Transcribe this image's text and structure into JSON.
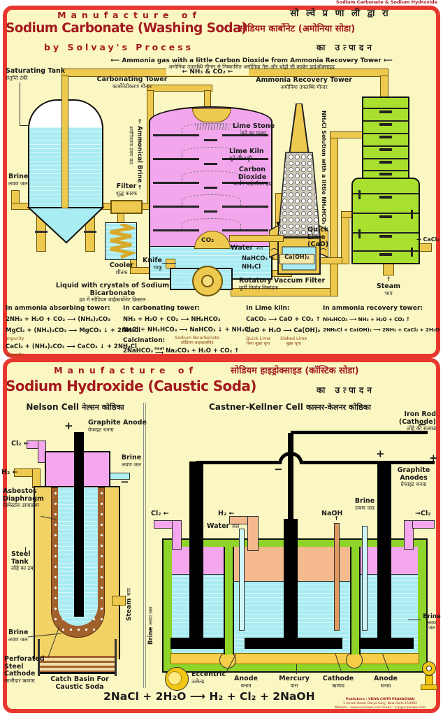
{
  "glyphs": {
    "left": "←",
    "right": "→",
    "up": "↑",
    "down": "▼",
    "plus": "+",
    "minus": "−",
    "larrow": "⟵",
    "rarrow": "⟶"
  },
  "corner_note": "Sodium Carbonate & Sodium Hydroxide",
  "top": {
    "manufacture_of": "Manufacture of",
    "title_hi_top": "सो ल्वे प्र णा ली द्वा रा",
    "title_en": "Sodium Carbonate (Washing Soda)",
    "title_hi": "सोडियम कार्बोनेट (अमोनिया सोडा)",
    "subtitle_en": "by Solvay's Process",
    "subtitle_hi": "का उत्पादन",
    "annotation_en": "Ammonia gas with a little Carbon Dioxide from Ammonia Recovery Tower",
    "annotation_hi": "अमोनिया उपलब्धि मीनार से निष्कासित अमोनिया गैस और थोड़ी सी कार्बन डाईऑक्साइड",
    "labels": {
      "saturating_tank": {
        "en": "Saturating Tank",
        "hi": "संतृप्ति टंकी"
      },
      "carbonating_tower": {
        "en": "Carbonating Tower",
        "hi": "कार्बोनेटीकरण मीनार"
      },
      "nh3_co2": "NH₃ & CO₂",
      "ammonia_recovery_tower": {
        "en": "Ammonia Recovery Tower",
        "hi": "अमोनिया उपलब्धि मीनार"
      },
      "brine": {
        "en": "Brine",
        "hi": "लवण जल"
      },
      "filter": {
        "en": "Filter",
        "hi": "शुद्ध कारक"
      },
      "ammonical_brine": {
        "en": "Ammonical Brine",
        "hi": "अमोनियामय लवण जल"
      },
      "cooler": {
        "en": "Cooler",
        "hi": "शीतक"
      },
      "lime_stone": {
        "en": "Lime Stone",
        "hi": "चूने का पत्थर"
      },
      "lime_kiln": {
        "en": "Lime Kiln",
        "hi": "चूने की भट्टी"
      },
      "carbon_dioxide": {
        "en": "Carbon Dioxide",
        "hi": "कार्बन डाईऑक्साइड"
      },
      "nh4cl_solution": "NH₄Cl Solution with a little NH₄HCO₃",
      "co2": "CO₂",
      "water": {
        "en": "Water",
        "hi": "जल"
      },
      "nahco3_nh4cl": [
        "NaHCO₃ +",
        "NH₄Cl"
      ],
      "knife": {
        "en": "Knife",
        "hi": "चाकू"
      },
      "rotatory_filter": {
        "en": "Rotatory Vaccum Filter",
        "hi": "घूर्णी निर्वात निस्यंदक"
      },
      "quick_lime": "Quick Lime (CaO)",
      "caoh2": "Ca(OH)₂",
      "cacl2": "CaCl₂",
      "steam": {
        "en": "Steam",
        "hi": "भाप"
      },
      "liquid_crystals": {
        "en": "Liquid with crystals of Sodium Bicarbonate",
        "hi": "द्रव में सोडियम बाईकार्बोनेट क्रिस्टल"
      }
    },
    "equations": {
      "col1": {
        "heading": "In ammonia absorbing tower:",
        "eq1": "2NH₃ + H₂O + CO₂ ⟶ (NH₄)₂CO₃",
        "eq2": "MgCl₂ + (NH₄)₂CO₃ ⟶ MgCO₃ ↓ + 2NH₄Cl",
        "eq2_note": "impurity",
        "eq3": "CaCl₂ + (NH₄)₂CO₃ ⟶ CaCO₃ ↓ + 2NH₄Cl",
        "eq3_note": "impurity"
      },
      "col2": {
        "heading": "In carbonating tower:",
        "eq1": "NH₃ + H₂O + CO₂ ⟶ NH₄HCO₃",
        "eq2": "NaCl + NH₄HCO₃ ⟶ NaHCO₃ ↓ + NH₄Cl",
        "eq2_note_en": "Sodium Bicarbonate",
        "eq2_note_hi": "सोडियम बाइकार्बोनेट",
        "heading2": "Calcination:",
        "eq3_pre": "2NaHCO₃",
        "eq3_over": "heat",
        "eq3_arrow": "⟶",
        "eq3_post": "Na₂CO₃ + H₂O + CO₂ ↑"
      },
      "col3": {
        "heading": "In Lime kiln:",
        "eq1": "CaCO₃  ⟶  CaO + CO₂ ↑",
        "eq2": "CaO + H₂O ⟶ Ca(OH)₂",
        "note1_en": "Quick Lime",
        "note1_hi": "बिना बुझा चूना",
        "note2_en": "Slaked Lime",
        "note2_hi": "बुझा चूना"
      },
      "col4": {
        "heading": "In ammonia recovery tower:",
        "eq1": "NH₄HCO₃ ⟶ NH₃ + H₂O + CO₂ ↑",
        "eq2": "2NH₄Cl + Ca(OH)₂ ⟶ 2NH₃ + CaCl₂ + 2H₂O"
      }
    }
  },
  "bottom": {
    "manufacture_of": "Manufacture of",
    "title_en": "Sodium Hydroxide (Caustic Soda)",
    "title_hi": "सोडियम हाइड्रोक्साइड (कॉस्टिक सोडा)",
    "subtitle_hi": "का उत्पादन",
    "nelson": {
      "title_en": "Nelson Cell",
      "title_hi": "नेल्सन कोष्ठिका",
      "graphite_anode": {
        "en": "Graphite Anode",
        "hi": "ग्रेफाइट धनाग्र"
      },
      "cl2": "Cl₂",
      "h2": "H₂",
      "brine": {
        "en": "Brine",
        "hi": "लवण जल"
      },
      "asbestos": {
        "en": "Asbestos Diaphragm",
        "hi": "ऐस्बेस्टॉस डायाफ्राम"
      },
      "steel_tank": {
        "en": "Steel Tank",
        "hi": "लोहे का टब"
      },
      "brine2": {
        "en": "Brine",
        "hi": "लवण जल"
      },
      "steam": {
        "en": "Steam",
        "hi": "भाप"
      },
      "catch_basin": "Catch Basin For Caustic Soda",
      "perforated": {
        "en": "Perforated Steel Cathode",
        "hi": "जालीदार ऋणाग्र"
      }
    },
    "castner": {
      "title_en": "Castner-Kellner Cell",
      "title_hi": "कास्नर-केलनर कोष्ठिका",
      "iron_rod": {
        "en": "Iron Rod (Cathode)",
        "hi": "लोहे की सलाख"
      },
      "graphite_anodes": {
        "en": "Graphite Anodes",
        "hi": "ग्रेफाइट धनाग्र"
      },
      "cl2_left": "Cl₂",
      "cl2_right": "Cl₂",
      "water": {
        "en": "Water",
        "hi": "जल"
      },
      "h2": "H₂",
      "naoh": "NaOH",
      "brine_top": {
        "en": "Brine",
        "hi": "लवण जल"
      },
      "brine_left": {
        "en": "Brine",
        "hi": "लवण जल"
      },
      "brine_right": {
        "en": "Brine",
        "hi1": "लवण",
        "hi2": "जल"
      },
      "eccentric": {
        "en": "Eccentric",
        "hi": "उत्केन्द्र"
      },
      "anode_left": {
        "en": "Anode",
        "hi": "धनाग्र"
      },
      "mercury": {
        "en": "Mercury",
        "hi": "पारा"
      },
      "cathode": {
        "en": "Cathode",
        "hi": "ऋणाग्र"
      },
      "anode_right": {
        "en": "Anode",
        "hi": "धनाग्र"
      }
    },
    "equation": "2NaCl + 2H₂O ⟶ H₂ + Cl₂ + 2NaOH",
    "publisher": [
      "Publishers : VIDYA CHITR PRAKASHAN",
      "1 Ansari Road, Darya Ganj, New Delhi-110002",
      "Website : www.vcpmaps.com  Email : vcp@vcpmaps.com"
    ]
  }
}
